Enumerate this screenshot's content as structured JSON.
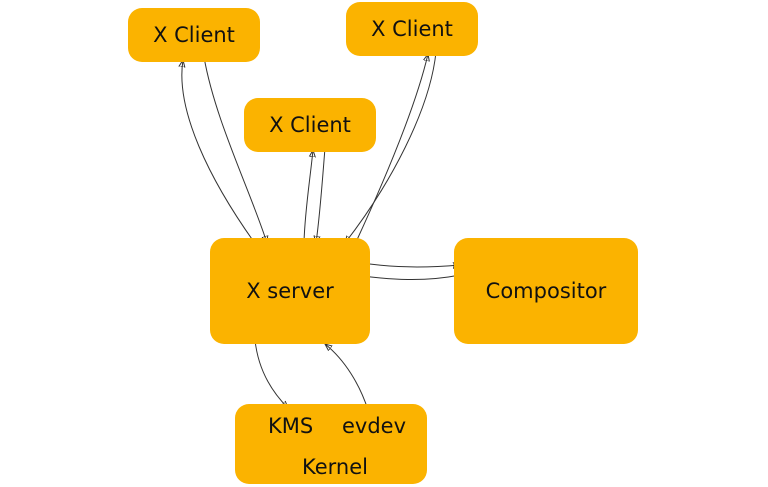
{
  "diagram": {
    "clients": [
      {
        "label": "X Client"
      },
      {
        "label": "X Client"
      },
      {
        "label": "X Client"
      }
    ],
    "server": {
      "label": "X server"
    },
    "compositor": {
      "label": "Compositor"
    },
    "kernel": {
      "label": "Kernel",
      "kms": "KMS",
      "evdev": "evdev"
    },
    "colors": {
      "box": "#fbb300",
      "line": "#333333",
      "text": "#111111"
    }
  }
}
